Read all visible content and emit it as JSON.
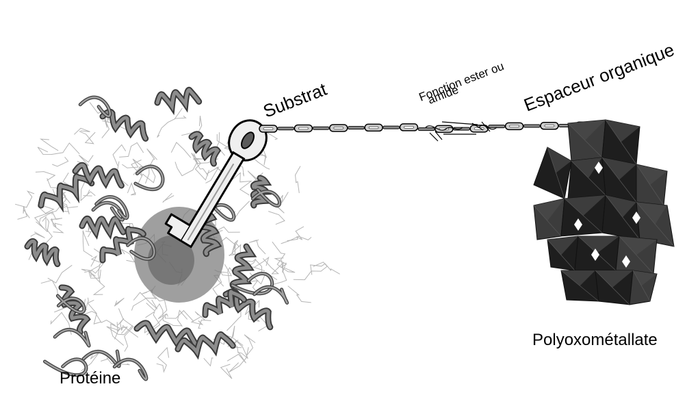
{
  "labels": {
    "substrate": "Substrat",
    "linkage_line1": "Fonction ester ou",
    "linkage_line2": "amide",
    "spacer": "Espaceur organique",
    "protein": "Protéine",
    "polyoxometalate": "Polyoxométallate"
  },
  "colors": {
    "background": "#ffffff",
    "ribbon": "#8c8c8c",
    "ribbon_dark": "#3a3a3a",
    "sticks": "#b4b4b4",
    "pocket": "#7a7a7a",
    "key_fill": "#efefef",
    "chain": "#cfcfcf",
    "pom_dark": "#1e1e1e",
    "pom_mid": "#3c3c3c"
  },
  "icons": {
    "key": "key-icon",
    "chain": "chain-icon",
    "protein": "protein-ribbon-structure",
    "polyoxometalate": "polyhedral-cluster"
  }
}
